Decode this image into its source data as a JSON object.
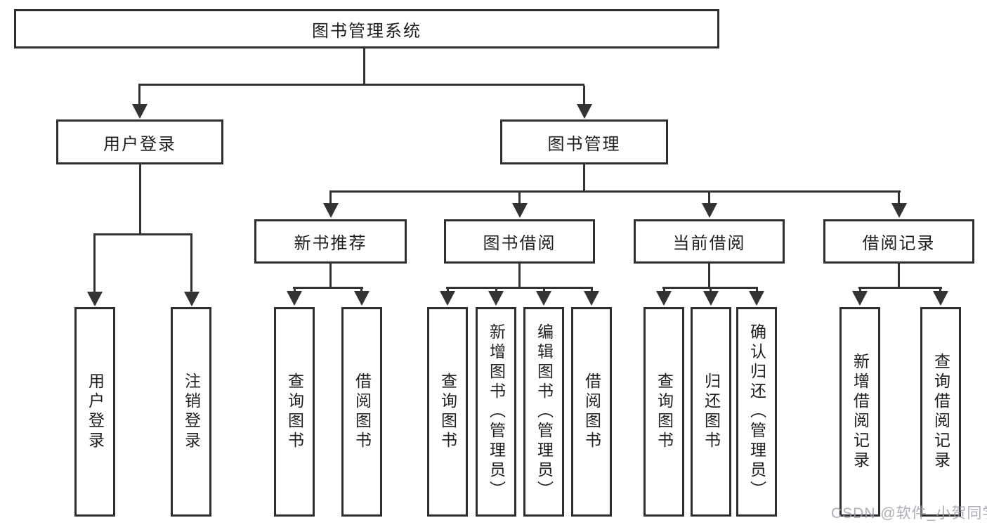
{
  "nodes": {
    "root": "图书管理系统",
    "user_login": "用户登录",
    "book_management": "图书管理",
    "new_book_recommendation": "新书推荐",
    "book_borrowing": "图书借阅",
    "current_borrowing": "当前借阅",
    "borrowing_records": "借阅记录",
    "ul_user_login": "用户登录",
    "ul_logout": "注销登录",
    "nb_query_books": "查询图书",
    "nb_borrow_books": "借阅图书",
    "bb_query_books": "查询图书",
    "bb_add_books_admin": "新增图书（管理员）",
    "bb_edit_books_admin": "编辑图书（管理员）",
    "bb_borrow_books": "借阅图书",
    "cb_query_books": "查询图书",
    "cb_return_books": "归还图书",
    "cb_confirm_return_admin": "确认归还（管理员）",
    "br_add_borrow_record": "新增借阅记录",
    "br_query_borrow_record": "查询借阅记录"
  },
  "watermark": {
    "text": "CSDN @软件_小贺同学"
  },
  "colors": {
    "background": "#ffffff",
    "box_border": "#2e2e2e",
    "connector_line": "#333333",
    "text": "#1f1f1f",
    "watermark_text": "#9a9aa8"
  }
}
